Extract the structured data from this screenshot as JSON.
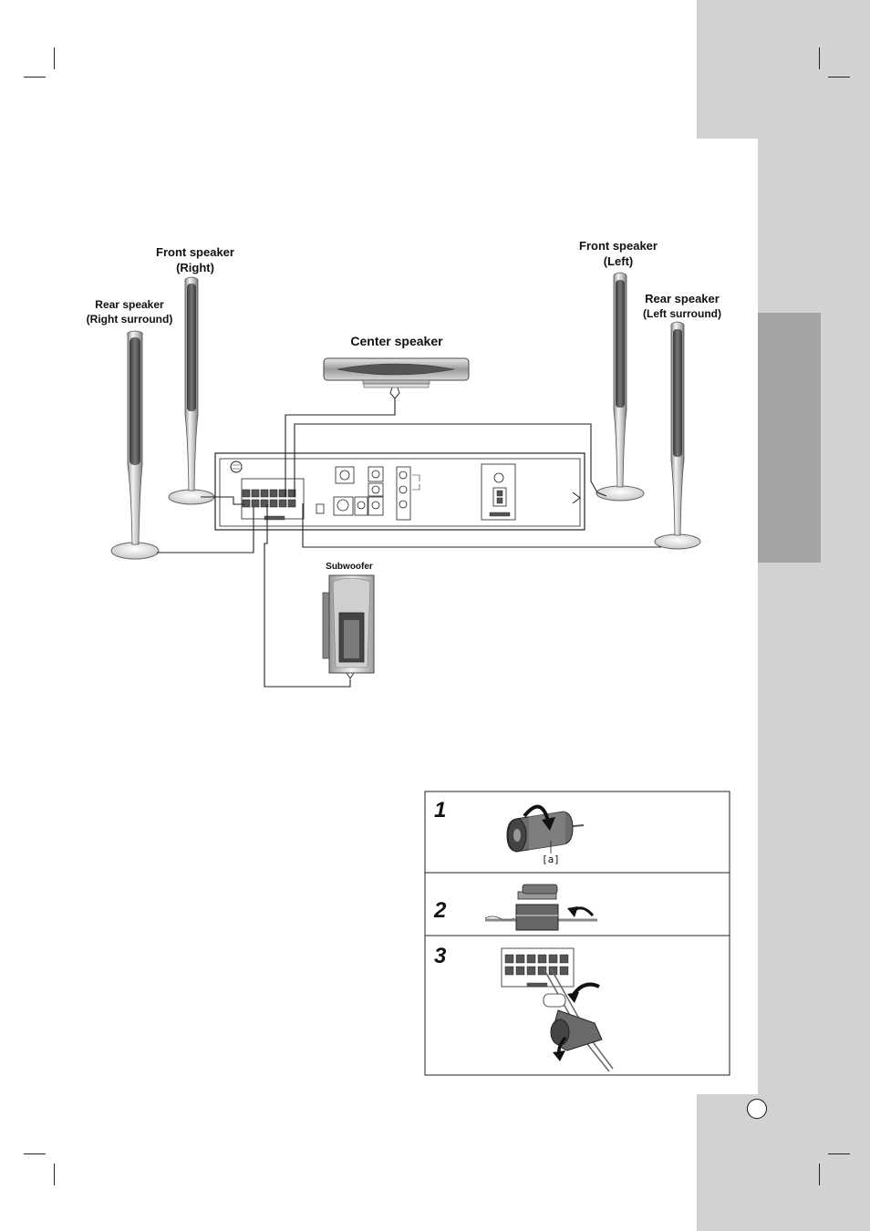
{
  "labels": {
    "front_right_line1": "Front speaker",
    "front_right_line2": "(Right)",
    "rear_right_line1": "Rear speaker",
    "rear_right_line2": "(Right surround)",
    "front_left_line1": "Front speaker",
    "front_left_line2": "(Left)",
    "rear_left_line1": "Rear speaker",
    "rear_left_line2": "(Left surround)",
    "center": "Center speaker",
    "subwoofer": "Subwoofer"
  },
  "steps": [
    {
      "number": "1",
      "callout": "[a]"
    },
    {
      "number": "2"
    },
    {
      "number": "3"
    }
  ],
  "colors": {
    "side_panel": "#d2d2d2",
    "side_tab": "#a4a4a4",
    "line": "#222222"
  }
}
